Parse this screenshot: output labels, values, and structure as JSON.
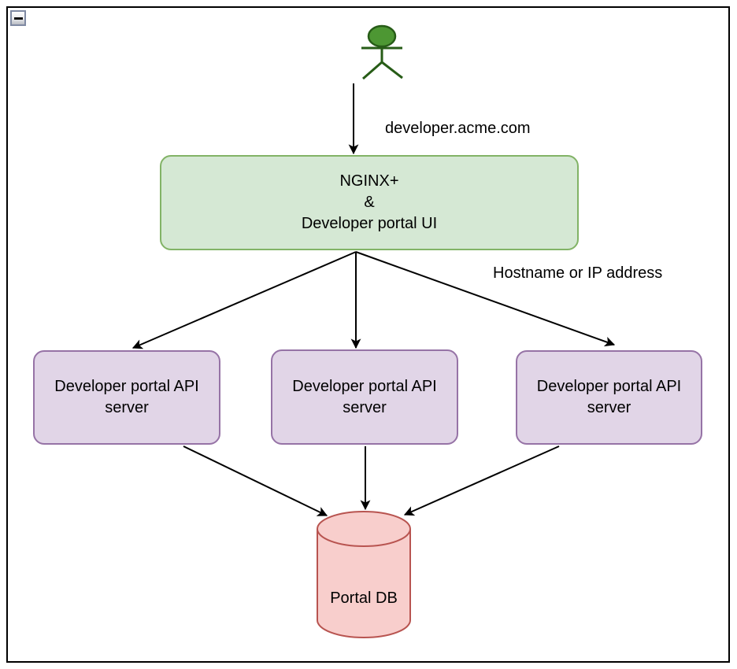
{
  "frame": {
    "collapse_tooltip": "Collapse"
  },
  "labels": {
    "request_domain": "developer.acme.com",
    "lb_routing": "Hostname or IP address"
  },
  "nodes": {
    "gateway": {
      "line1": "NGINX+",
      "line2": "&",
      "line3": "Developer portal UI"
    },
    "api_servers": [
      {
        "label": "Developer portal API server"
      },
      {
        "label": "Developer portal API server"
      },
      {
        "label": "Developer portal API server"
      }
    ],
    "database": {
      "label": "Portal DB"
    }
  },
  "colors": {
    "gateway_fill": "#d5e8d4",
    "gateway_stroke": "#82b366",
    "api_fill": "#e1d5e7",
    "api_stroke": "#9673a6",
    "db_fill": "#f8cecc",
    "db_stroke": "#b85450",
    "actor_fill": "#4d9733",
    "actor_stroke": "#275c17",
    "edge": "#000000",
    "frame_border": "#000000"
  }
}
